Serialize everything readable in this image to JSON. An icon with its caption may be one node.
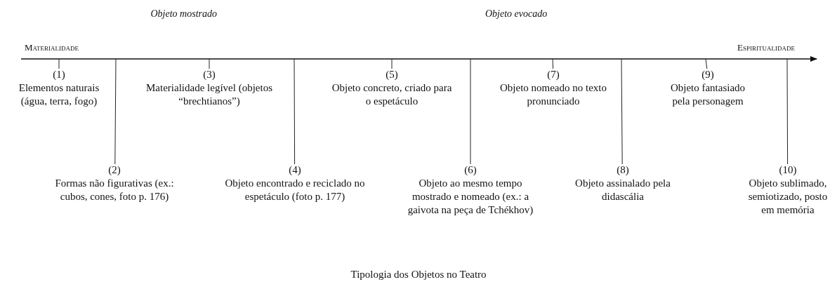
{
  "diagram": {
    "caption": "Tipologia dos Objetos no Teatro",
    "nodes": [
      {
        "text": [
          "(1)",
          "Elementos naturais (água, terra, fogo)"
        ]
      },
      {
        "text": [
          "(2)",
          "Formas não figurativas (ex.: cubos, cones, foto p. 176)"
        ]
      },
      {
        "text": [
          "(3)",
          "Materialidade legível (objetos “brechtianos”)"
        ]
      },
      {
        "text": [
          "(4)",
          "Objeto encontrado e reciclado no espetáculo (foto p. 177)"
        ]
      },
      {
        "text": [
          "(5)",
          "Objeto concreto, criado para o espetáculo"
        ]
      },
      {
        "text": [
          "(6)",
          "Objeto ao mesmo tempo mostrado e nomeado (ex.: a gaivota na peça de Tchékhov)"
        ]
      },
      {
        "text": [
          "(7)",
          "Objeto nomeado no texto pronunciado"
        ]
      },
      {
        "text": [
          "(8)",
          "Objeto assinalado pela didascália"
        ]
      },
      {
        "text": [
          "(9)",
          "Objeto fantasiado pela personagem"
        ]
      },
      {
        "text": [
          "(10)",
          "Objeto sublimado, semiotizado, posto em memória"
        ]
      }
    ],
    "edges": [
      {
        "from": 0,
        "to": null,
        "arrow": "none"
      },
      {
        "from": 1,
        "to": null,
        "arrow": "none"
      },
      {
        "from": 2,
        "to": null,
        "arrow": "none"
      },
      {
        "from": 3,
        "to": null,
        "arrow": "none"
      },
      {
        "from": 4,
        "to": null,
        "arrow": "none"
      },
      {
        "from": 5,
        "to": null,
        "arrow": "none"
      },
      {
        "from": 6,
        "to": null,
        "arrow": "none"
      },
      {
        "from": 7,
        "to": null,
        "arrow": "none"
      },
      {
        "from": 8,
        "to": null,
        "arrow": "none"
      },
      {
        "from": 9,
        "to": null,
        "arrow": "none"
      }
    ],
    "labels": [
      "Objeto mostrado",
      "Objeto evocado",
      "Materialidade",
      "Espiritualidade"
    ]
  }
}
